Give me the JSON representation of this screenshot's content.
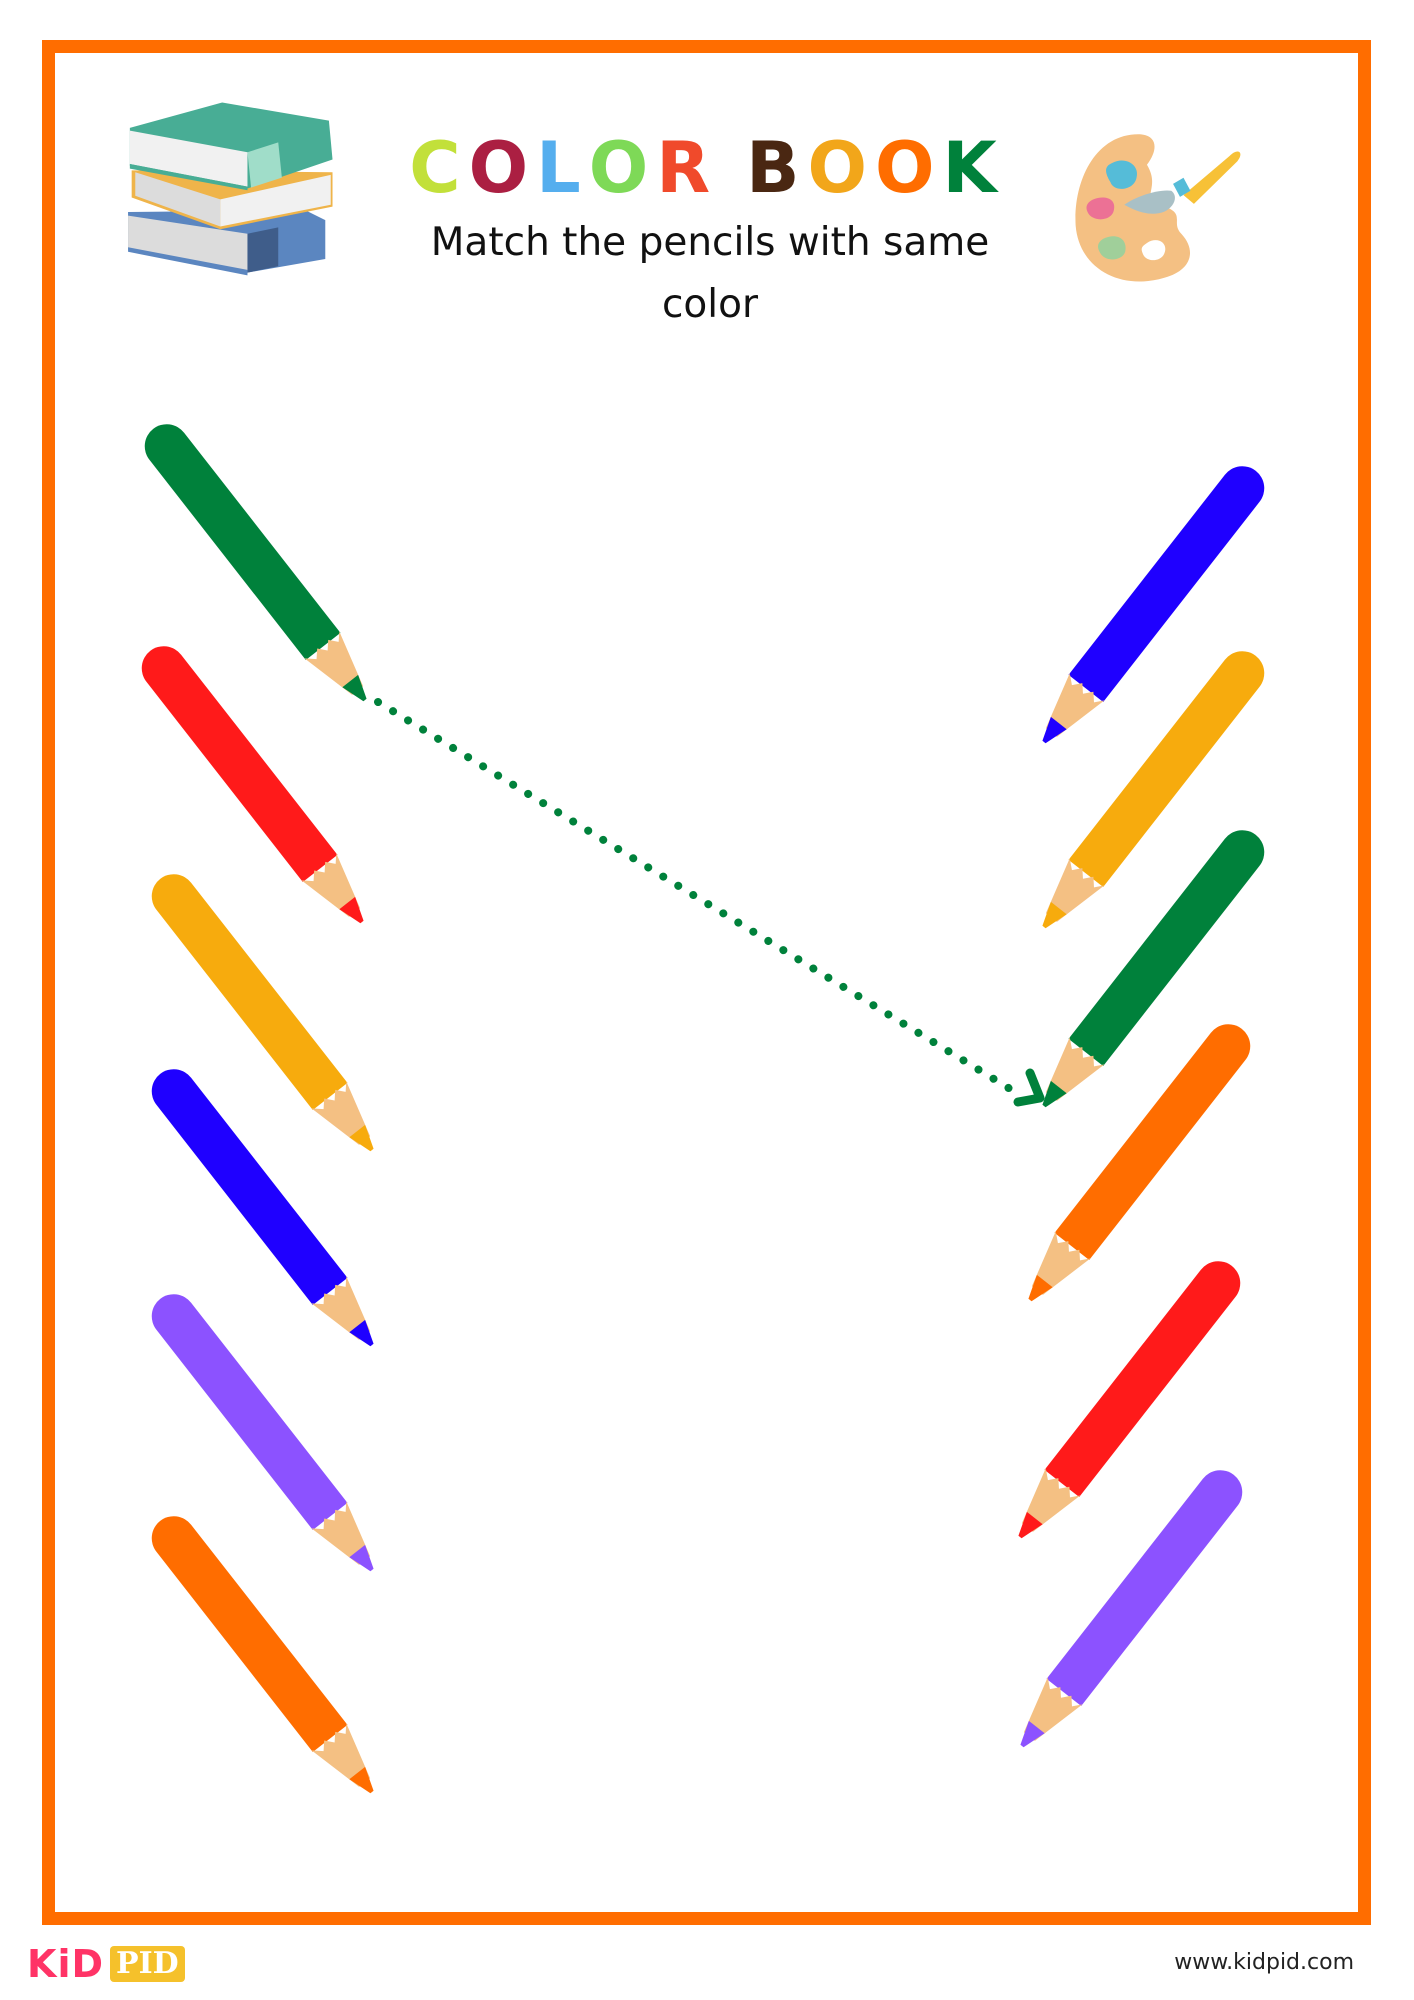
{
  "header": {
    "title_letters": [
      {
        "char": "C",
        "color": "#c2e03a"
      },
      {
        "char": "O",
        "color": "#ab1f42"
      },
      {
        "char": "L",
        "color": "#55aeee"
      },
      {
        "char": "O",
        "color": "#7ed957"
      },
      {
        "char": "R",
        "color": "#f04a2b"
      },
      {
        "char": "B",
        "color": "#4a2712"
      },
      {
        "char": "O",
        "color": "#f2a61a"
      },
      {
        "char": "O",
        "color": "#ff6d00"
      },
      {
        "char": "K",
        "color": "#00813b"
      }
    ],
    "title": "COLOR BOOK",
    "subtitle": "Match the pencils with same color",
    "left_icon": "books-stack-icon",
    "right_icon": "paint-palette-icon"
  },
  "colors": {
    "frame": "#ff6d00",
    "wood": "#f4c083",
    "connector": "#00813b"
  },
  "left_pencils": [
    {
      "name": "green",
      "color": "#00813b"
    },
    {
      "name": "red",
      "color": "#ff1a1a"
    },
    {
      "name": "yellow",
      "color": "#f7ab0d"
    },
    {
      "name": "blue",
      "color": "#1f00ff"
    },
    {
      "name": "purple",
      "color": "#8c52ff"
    },
    {
      "name": "orange",
      "color": "#ff6d00"
    }
  ],
  "right_pencils": [
    {
      "name": "blue",
      "color": "#1f00ff"
    },
    {
      "name": "yellow",
      "color": "#f7ab0d"
    },
    {
      "name": "green",
      "color": "#00813b"
    },
    {
      "name": "orange",
      "color": "#ff6d00"
    },
    {
      "name": "red",
      "color": "#ff1a1a"
    },
    {
      "name": "purple",
      "color": "#8c52ff"
    }
  ],
  "example_match": {
    "from": "left_pencils.0",
    "to": "right_pencils.2",
    "style": "dotted-arrow"
  },
  "footer": {
    "logo_part1": "KiD",
    "logo_part2": "PID",
    "website": "www.kidpid.com"
  }
}
